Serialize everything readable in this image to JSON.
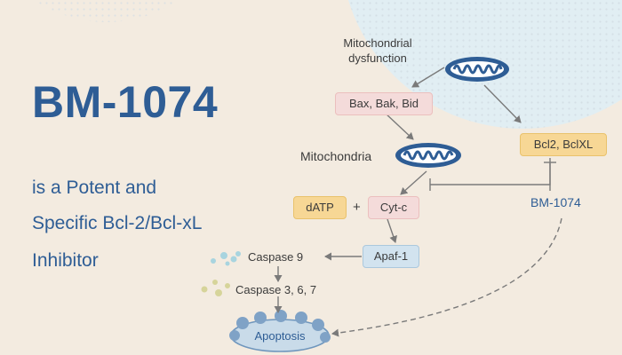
{
  "headline": {
    "title": "BM-1074",
    "lines": [
      "is a Potent and",
      "Specific Bcl-2/Bcl-xL",
      "Inhibitor"
    ]
  },
  "pathway": {
    "mitochondrial_dysfunction_line1": "Mitochondrial",
    "mitochondrial_dysfunction_line2": "dysfunction",
    "bax_bak_bid": "Bax, Bak, Bid",
    "mitochondria": "Mitochondria",
    "bcl2_bclxl": "Bcl2, BclXL",
    "datp": "dATP",
    "plus": "+",
    "cyt_c": "Cyt-c",
    "inhibitor": "BM-1074",
    "apaf1": "Apaf-1",
    "caspase9": "Caspase 9",
    "caspase367": "Caspase 3, 6, 7",
    "apoptosis": "Apoptosis"
  },
  "colors": {
    "brand_blue": "#2e5d95",
    "background": "#f3ebe0",
    "pink_box": "#f4dbda",
    "orange_box": "#f7d795",
    "blue_box": "#d2e3ef",
    "arrow_gray": "#7a7a7a"
  },
  "icons": [
    "mitochondrion-icon",
    "molecule-dots-icon",
    "cell-icon"
  ]
}
